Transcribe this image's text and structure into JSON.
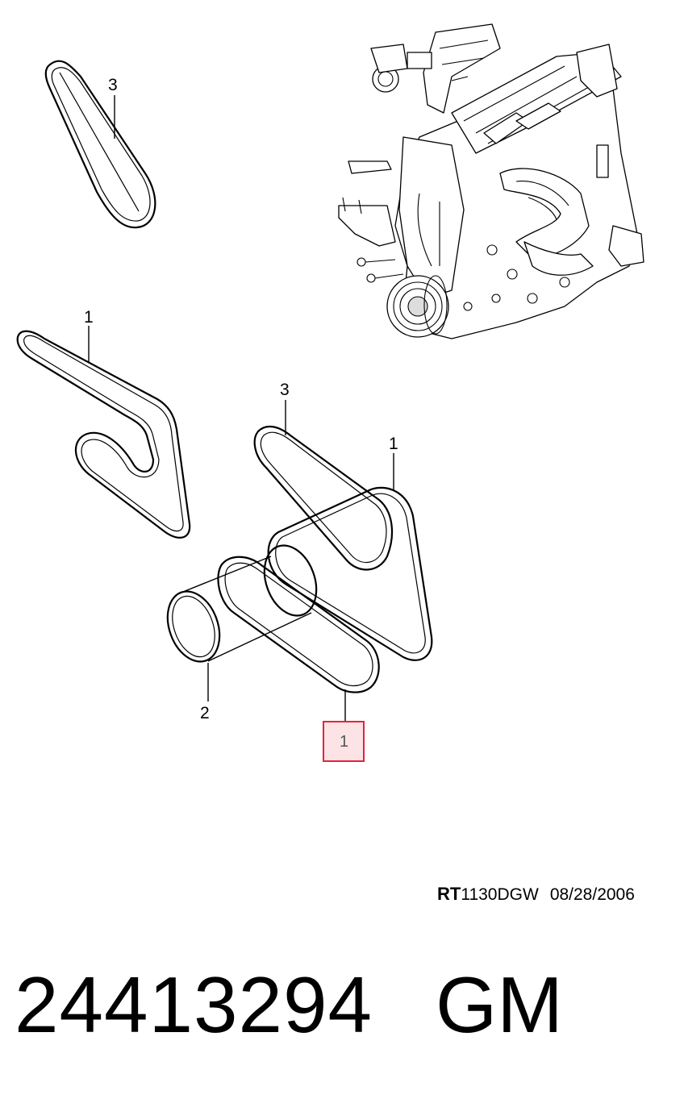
{
  "diagram": {
    "callouts": {
      "belt_top_left": "3",
      "belt_left": "1",
      "belt_center_3": "3",
      "belt_center_1": "1",
      "cylinder_2": "2",
      "highlighted": "1"
    },
    "highlight_color": "#e3243a"
  },
  "footer": {
    "code_prefix": "RT",
    "code_rest": "1130DGW",
    "date": "08/28/2006"
  },
  "part": {
    "number": "24413294",
    "brand": "GM"
  }
}
